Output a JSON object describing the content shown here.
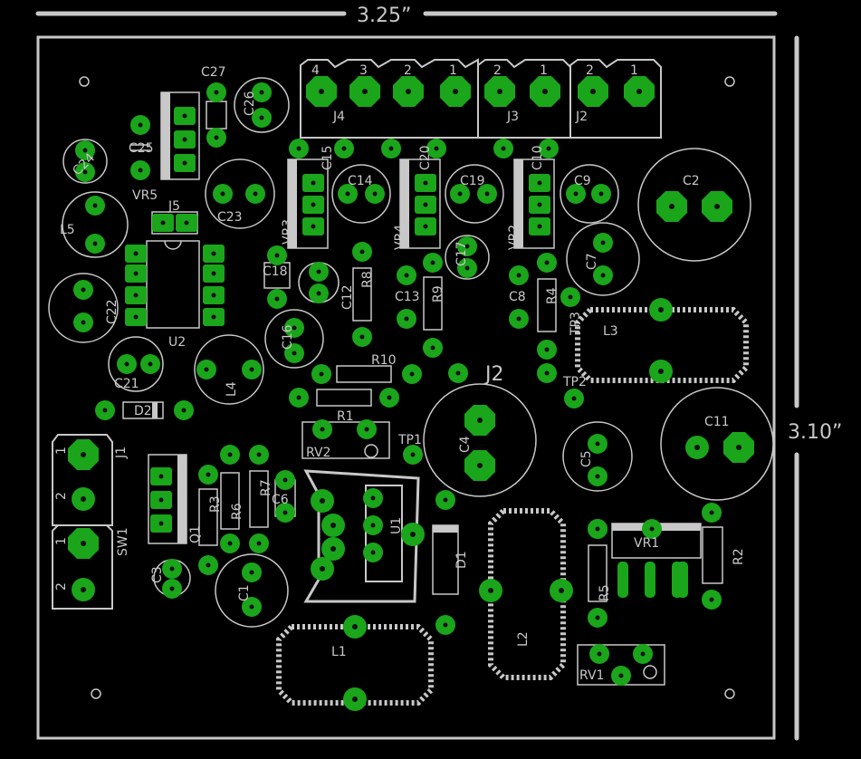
{
  "dimensions": {
    "width_label": "3.25”",
    "height_label": "3.10”"
  },
  "labels": {
    "C27": "C27",
    "C26": "C26",
    "C25": "C25",
    "C24": "C24",
    "VR5": "VR5",
    "L5": "L5",
    "J5": "J5",
    "C23": "C23",
    "C22": "C22",
    "U2": "U2",
    "C21": "C21",
    "L4": "L4",
    "C16": "C16",
    "C18": "C18",
    "C12": "C12",
    "VR3": "VR3",
    "C15": "C15",
    "C14": "C14",
    "R8": "R8",
    "C13": "C13",
    "R9": "R9",
    "VR4": "VR4",
    "C20": "C20",
    "C19": "C19",
    "C17": "C17",
    "VR2": "VR2",
    "C10": "C10",
    "C9": "C9",
    "C8": "C8",
    "R4": "R4",
    "C7": "C7",
    "C2": "C2",
    "J4": "J4",
    "J3": "J3",
    "J2_conn": "J2",
    "TP3": "TP3",
    "L3": "L3",
    "R10": "R10",
    "J2_big": "J2",
    "TP2": "TP2",
    "C11": "C11",
    "D2": "D2",
    "R1": "R1",
    "RV2": "RV2",
    "TP1": "TP1",
    "C4": "C4",
    "C5": "C5",
    "J1": "J1",
    "SW1": "SW1",
    "Q1": "Q1",
    "R3": "R3",
    "R6": "R6",
    "R7": "R7",
    "C6": "C6",
    "U1": "U1",
    "D1": "D1",
    "VR1": "VR1",
    "R2": "R2",
    "R5": "R5",
    "C3": "C3",
    "C1": "C1",
    "L2": "L2",
    "L1": "L1",
    "RV1": "RV1"
  },
  "pin_numbers": {
    "j4": [
      "4",
      "3",
      "2",
      "1"
    ],
    "j3": [
      "2",
      "1"
    ],
    "j2": [
      "2",
      "1"
    ],
    "j1": [
      "1",
      "2"
    ],
    "sw1": [
      "1",
      "2"
    ]
  },
  "colors": {
    "background": "#000000",
    "silkscreen": "#c8c8c8",
    "copper_pad": "#1aa51a"
  }
}
